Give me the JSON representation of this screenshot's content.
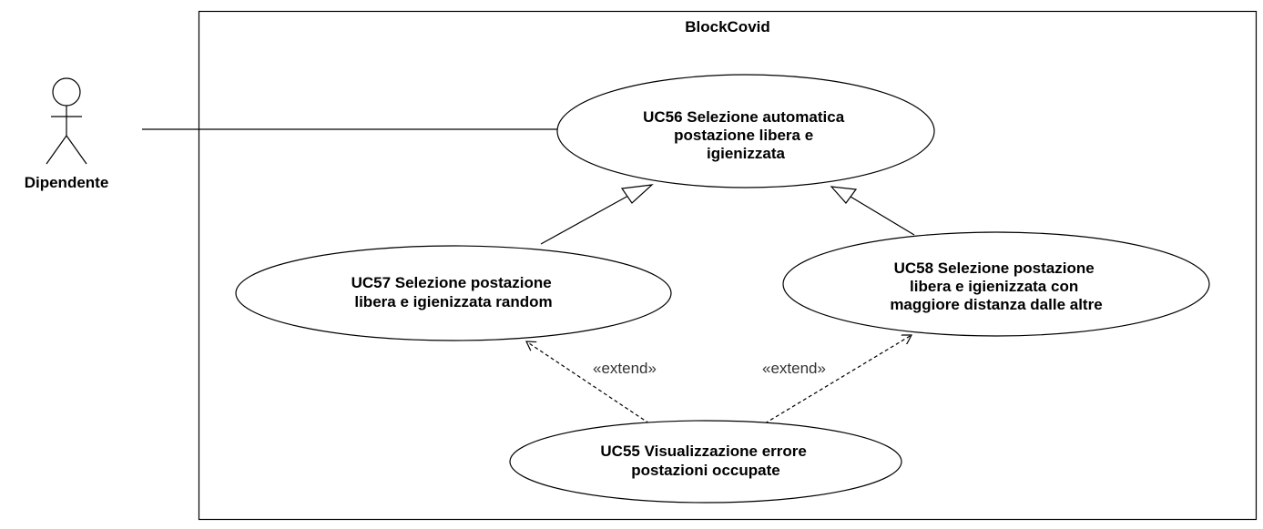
{
  "system": {
    "title": "BlockCovid"
  },
  "actor": {
    "name": "Dipendente"
  },
  "use_cases": {
    "uc56": {
      "lines": [
        "UC56 Selezione automatica",
        "postazione libera e",
        "igienizzata"
      ]
    },
    "uc57": {
      "lines": [
        "UC57 Selezione postazione",
        "libera e igienizzata random"
      ]
    },
    "uc58": {
      "lines": [
        "UC58 Selezione postazione",
        "libera e igienizzata con",
        "maggiore distanza dalle altre"
      ]
    },
    "uc55": {
      "lines": [
        "UC55 Visualizzazione errore",
        "postazioni occupate"
      ]
    }
  },
  "relations": {
    "extend_left_label": "«extend»",
    "extend_right_label": "«extend»"
  }
}
